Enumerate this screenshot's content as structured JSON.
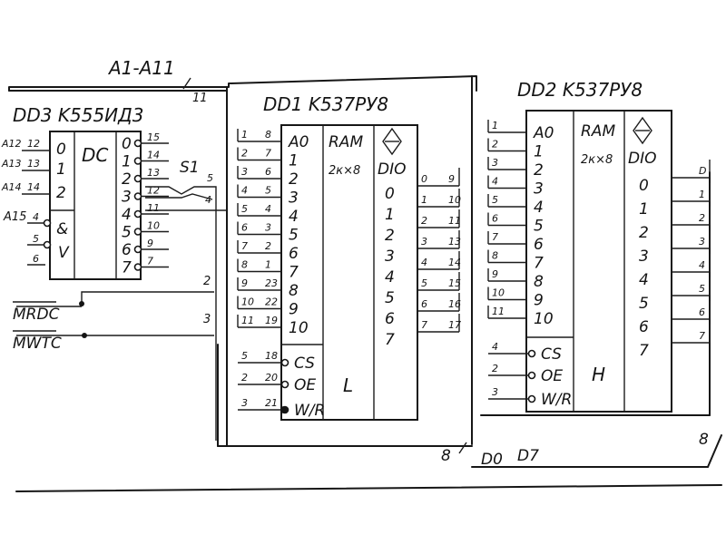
{
  "bus": {
    "label": "A1-A11",
    "count": "11"
  },
  "dd3": {
    "title": "DD3 K555ИД3",
    "func": "DC",
    "and_sym": "&",
    "or_sym": "V",
    "in_pins": [
      "12",
      "13",
      "14"
    ],
    "in_addr": [
      "A12",
      "A13",
      "A14"
    ],
    "in_bits": [
      "0",
      "1",
      "2"
    ],
    "en_addr": "A15",
    "en_pins": [
      "4",
      "5",
      "6"
    ],
    "out_bits": [
      "0",
      "1",
      "2",
      "3",
      "4",
      "5",
      "6",
      "7"
    ],
    "out_pins": [
      "15",
      "14",
      "13",
      "12",
      "11",
      "10",
      "9",
      "7"
    ]
  },
  "switch": {
    "label": "S1",
    "pins": [
      "5",
      "4"
    ]
  },
  "control": {
    "mrdc": "MRDC",
    "mwtc": "MWTC",
    "mrdc_pin": "2",
    "mwtc_pin": "3",
    "out_pin": "5"
  },
  "dd1": {
    "title": "DD1 K537РУ8",
    "type": "RAM",
    "size": "2к×8",
    "dio": "DIO",
    "side": "L",
    "addr_labels": [
      "A0",
      "1",
      "2",
      "3",
      "4",
      "5",
      "6",
      "7",
      "8",
      "9",
      "10"
    ],
    "addr_pins": [
      "8",
      "7",
      "6",
      "5",
      "4",
      "3",
      "2",
      "1",
      "23",
      "22",
      "19"
    ],
    "addr_bus": [
      "1",
      "2",
      "3",
      "4",
      "5",
      "6",
      "7",
      "8",
      "9",
      "10",
      "11"
    ],
    "ctrl_labels": [
      "CS",
      "OE",
      "W/R"
    ],
    "ctrl_pins": [
      "18",
      "20",
      "21"
    ],
    "ctrl_bus": [
      "5",
      "2",
      "3"
    ],
    "data_labels": [
      "0",
      "1",
      "2",
      "3",
      "4",
      "5",
      "6",
      "7"
    ],
    "data_pins": [
      "0",
      "1",
      "2",
      "3",
      "4",
      "5",
      "6",
      "7"
    ],
    "data_bus": [
      "9",
      "10",
      "11",
      "13",
      "14",
      "15",
      "16",
      "17"
    ]
  },
  "dd2": {
    "title": "DD2 K537РУ8",
    "type": "RAM",
    "size": "2к×8",
    "dio": "DIO",
    "side": "H",
    "addr_labels": [
      "A0",
      "1",
      "2",
      "3",
      "4",
      "5",
      "6",
      "7",
      "8",
      "9",
      "10"
    ],
    "addr_bus": [
      "1",
      "2",
      "3",
      "4",
      "5",
      "6",
      "7",
      "8",
      "9",
      "10",
      "11"
    ],
    "ctrl_labels": [
      "CS",
      "OE",
      "W/R"
    ],
    "ctrl_bus": [
      "4",
      "2",
      "3"
    ],
    "data_labels": [
      "0",
      "1",
      "2",
      "3",
      "4",
      "5",
      "6",
      "7"
    ],
    "data_bus": [
      "D",
      "1",
      "2",
      "3",
      "4",
      "5",
      "6",
      "7"
    ]
  },
  "data_bus": {
    "count": "8",
    "label_d0": "D0",
    "label_d7": "D7",
    "right_count": "8"
  }
}
